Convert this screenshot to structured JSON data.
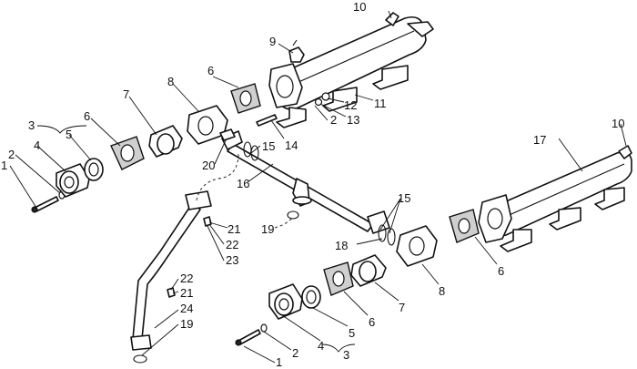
{
  "callouts": {
    "c1a": "1",
    "c2a": "2",
    "c3a": "3",
    "c4a": "4",
    "c5a": "5",
    "c6a": "6",
    "c7a": "7",
    "c8a": "8",
    "c6b": "6",
    "c9": "9",
    "c10a": "10",
    "c11": "11",
    "c12": "12",
    "c13": "13",
    "c2b": "2",
    "c14": "14",
    "c15a": "15",
    "c16": "16",
    "c20": "20",
    "c19a": "19",
    "c21a": "21",
    "c22a": "22",
    "c23": "23",
    "c17": "17",
    "c10b": "10",
    "c15b": "15",
    "c18": "18",
    "c8b": "8",
    "c6c": "6",
    "c7b": "7",
    "c6d": "6",
    "c5b": "5",
    "c4b": "4",
    "c3b": "3",
    "c2c": "2",
    "c1b": "1",
    "c22b": "22",
    "c21b": "21",
    "c24": "24",
    "c19b": "19"
  }
}
